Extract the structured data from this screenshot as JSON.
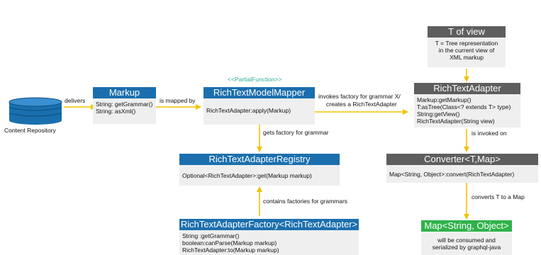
{
  "colors": {
    "header_blue": "#1b6fae",
    "header_gray": "#5e5e5e",
    "header_green": "#2fb24a",
    "arrow": "#f2c200",
    "stereotype": "#2faa9a",
    "db": "#1a6fae"
  },
  "repository": {
    "label": "Content Repository",
    "icon": "database-icon"
  },
  "markup": {
    "title": "Markup",
    "methods": [
      "String: getGrammar()",
      "String: asXml()"
    ]
  },
  "mapper": {
    "stereotype": "<<PartialFunction>>",
    "title": "RichTextModelMapper",
    "methods": [
      "RichTextAdapter:apply(Markup)"
    ]
  },
  "registry": {
    "title": "RichTextAdapterRegistry",
    "methods": [
      "Optional<RichTextAdapter>:get(Markup markup)"
    ]
  },
  "factory": {
    "title": "RichTextAdapterFactory<RichTextAdapter>",
    "methods": [
      "String :getGrammar()",
      "boolean:canParse(Markup markup)",
      "RichTextAdapter:to(Markup markup)"
    ]
  },
  "tview": {
    "title": "T of view",
    "lines": [
      "T = Tree representation",
      "in the current view of",
      "XML markup"
    ]
  },
  "adapter": {
    "title": "RichTextAdapter",
    "methods": [
      "Markup:getMarkup()",
      "T:asTree(Class<? extends T> type)",
      "String:getView()",
      "RichTextAdapter(String view)"
    ]
  },
  "converter": {
    "title": "Converter<T,Map>",
    "methods": [
      "Map<String, Object>:convert(RichTextAdapter)"
    ]
  },
  "mapout": {
    "title": "Map<String, Object>",
    "lines": [
      "will be consumed and",
      "serialized by graphql-java"
    ]
  },
  "edges": {
    "delivers": "delivers",
    "mapped_by": "is mapped by",
    "invokes_1": "invokes factory for grammar X/",
    "invokes_2": "creates a RichTextAdapter",
    "gets_factory": "gets factory for grammar",
    "contains": "contains factories for grammars",
    "invoked_on": "is invoked on",
    "converts": "converts T to a Map"
  }
}
